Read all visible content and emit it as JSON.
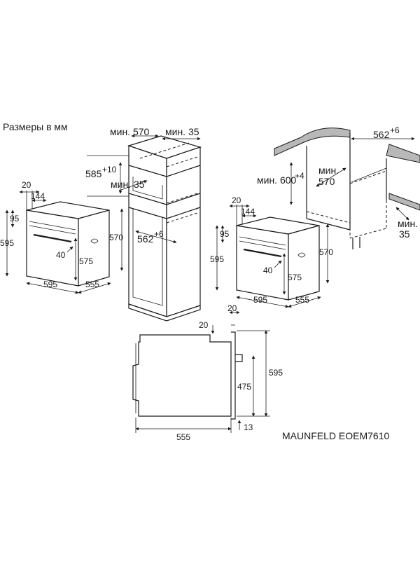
{
  "header": {
    "units_note": "Размеры в мм"
  },
  "footer": {
    "model": "MAUNFELD EOEM7610"
  },
  "oven_left": {
    "dim_top": "20",
    "dim_handle": "144",
    "dim_left_top": "95",
    "dim_height": "595",
    "dim_depth_side": "570",
    "dim_handle_gap": "40",
    "dim_inner": "575",
    "dim_width": "595",
    "dim_depth": "555"
  },
  "tall_cabinet": {
    "min_width": "мин. 570",
    "min_depth": "мин. 35",
    "niche_height": "585",
    "niche_height_tol": "+10",
    "min_gap": "мин. 35",
    "niche_width": "562",
    "niche_width_tol": "+6"
  },
  "under_counter": {
    "niche_width": "562",
    "niche_width_tol": "+6",
    "min_height": "мин. 600",
    "min_height_tol": "+4",
    "min_depth": "мин.",
    "min_depth_value": "570",
    "min_back": "мин.",
    "min_back_value": "35"
  },
  "oven_right": {
    "dim_top": "20",
    "dim_handle": "144",
    "dim_left_top": "95",
    "dim_height": "595",
    "dim_depth_side": "570",
    "dim_handle_gap": "40",
    "dim_inner": "575",
    "dim_width": "595",
    "dim_depth": "555"
  },
  "side_view": {
    "dim_top_right": "20",
    "dim_top_left": "20",
    "dim_height": "595",
    "dim_inner": "475",
    "dim_depth": "555",
    "dim_bottom": "13"
  }
}
